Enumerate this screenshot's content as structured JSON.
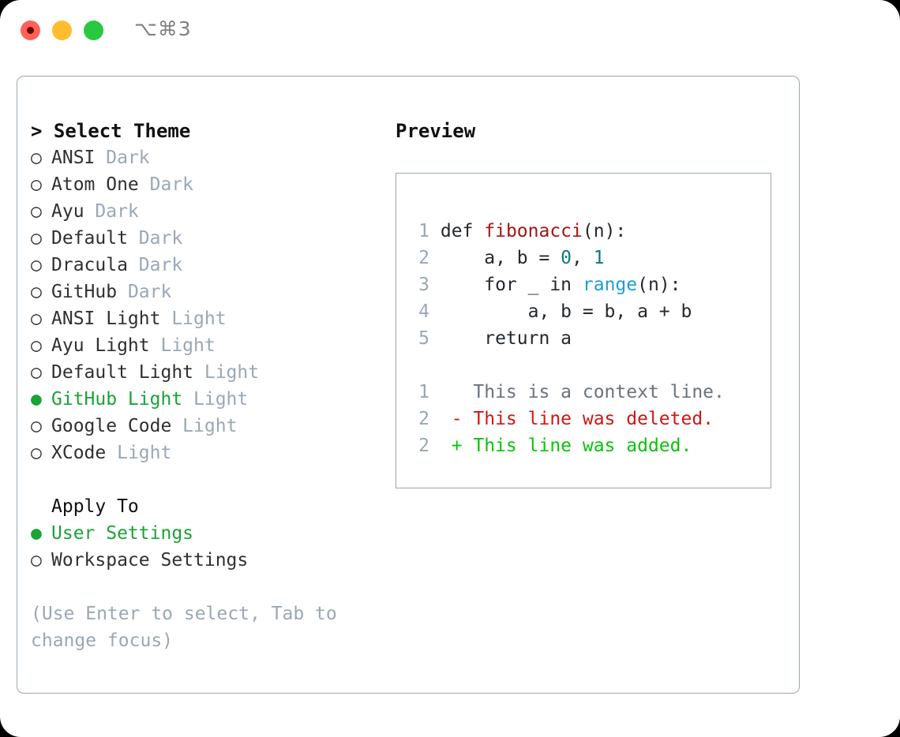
{
  "titlebar": {
    "shortcut": "⌥⌘3",
    "buttons": [
      {
        "name": "close",
        "color": "#ff6159"
      },
      {
        "name": "minimize",
        "color": "#ffbd2e"
      },
      {
        "name": "zoom",
        "color": "#28c840"
      }
    ]
  },
  "theme_panel": {
    "heading": "> Select Theme",
    "marker_unselected": "○",
    "marker_selected": "●",
    "items": [
      {
        "name": "ANSI",
        "variant": "Dark",
        "selected": false
      },
      {
        "name": "Atom One",
        "variant": "Dark",
        "selected": false
      },
      {
        "name": "Ayu",
        "variant": "Dark",
        "selected": false
      },
      {
        "name": "Default",
        "variant": "Dark",
        "selected": false
      },
      {
        "name": "Dracula",
        "variant": "Dark",
        "selected": false
      },
      {
        "name": "GitHub",
        "variant": "Dark",
        "selected": false
      },
      {
        "name": "ANSI Light",
        "variant": "Light",
        "selected": false
      },
      {
        "name": "Ayu Light",
        "variant": "Light",
        "selected": false
      },
      {
        "name": "Default Light",
        "variant": "Light",
        "selected": false
      },
      {
        "name": "GitHub Light",
        "variant": "Light",
        "selected": true
      },
      {
        "name": "Google Code",
        "variant": "Light",
        "selected": false
      },
      {
        "name": "XCode",
        "variant": "Light",
        "selected": false
      }
    ]
  },
  "apply_to": {
    "heading": "Apply To",
    "options": [
      {
        "label": "User Settings",
        "selected": true
      },
      {
        "label": "Workspace Settings",
        "selected": false
      }
    ]
  },
  "hint": "(Use Enter to select, Tab to change focus)",
  "preview": {
    "title": "Preview",
    "code_lines": [
      {
        "no": "1",
        "segments": [
          {
            "text": "def ",
            "kind": "plain"
          },
          {
            "text": "fibonacci",
            "kind": "fn"
          },
          {
            "text": "(n):",
            "kind": "plain"
          }
        ]
      },
      {
        "no": "2",
        "segments": [
          {
            "text": "    a, b = ",
            "kind": "plain"
          },
          {
            "text": "0",
            "kind": "num"
          },
          {
            "text": ", ",
            "kind": "plain"
          },
          {
            "text": "1",
            "kind": "num"
          }
        ]
      },
      {
        "no": "3",
        "segments": [
          {
            "text": "    for _ in ",
            "kind": "plain"
          },
          {
            "text": "range",
            "kind": "call"
          },
          {
            "text": "(n):",
            "kind": "plain"
          }
        ]
      },
      {
        "no": "4",
        "segments": [
          {
            "text": "        a, b = b, a + b",
            "kind": "plain"
          }
        ]
      },
      {
        "no": "5",
        "segments": [
          {
            "text": "    return a",
            "kind": "plain"
          }
        ]
      },
      {
        "no": "",
        "segments": [
          {
            "text": "",
            "kind": "plain"
          }
        ]
      },
      {
        "no": "1",
        "segments": [
          {
            "text": "   This is a context line.",
            "kind": "ctx"
          }
        ]
      },
      {
        "no": "2",
        "segments": [
          {
            "text": " - This line was deleted.",
            "kind": "del"
          }
        ]
      },
      {
        "no": "2",
        "segments": [
          {
            "text": " + This line was added.",
            "kind": "add"
          }
        ]
      }
    ]
  },
  "colors": {
    "accent_green": "#19a337",
    "muted": "#9aa7b6",
    "text": "#303030",
    "function": "#a31515",
    "number": "#0a7a78",
    "call": "#1b9dd9",
    "diff_deleted": "#d01616",
    "diff_added": "#0ac30a",
    "diff_context": "#6a737d"
  }
}
